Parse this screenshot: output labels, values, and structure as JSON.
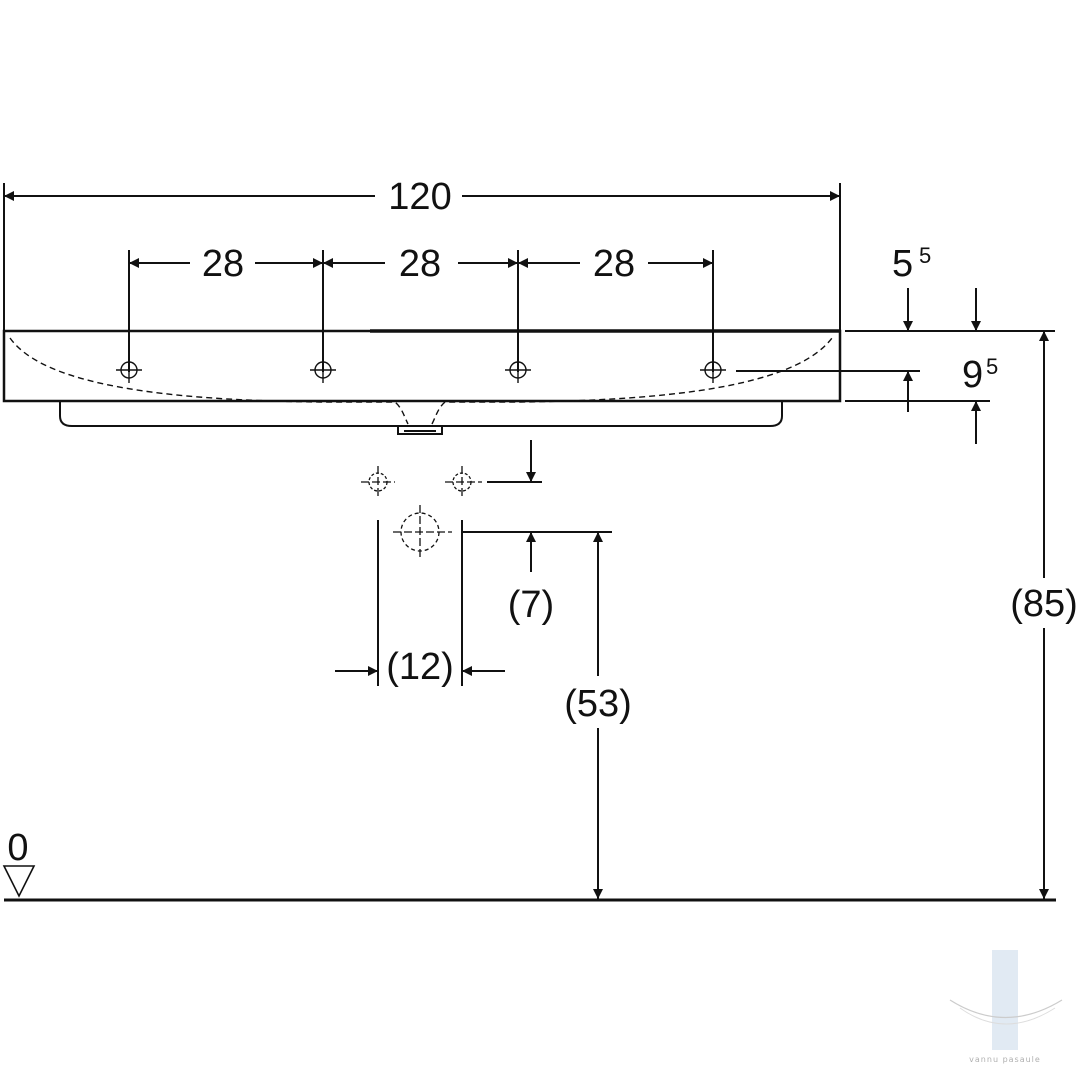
{
  "colors": {
    "line": "#111111",
    "background": "#ffffff",
    "watermark": "#c9d8ea"
  },
  "dimensions": {
    "overall_width": "120",
    "tap_spacing_1": "28",
    "tap_spacing_2": "28",
    "tap_spacing_3": "28",
    "rim_thickness_base": "5",
    "rim_thickness_sup": "5",
    "bowl_depth_base": "9",
    "bowl_depth_sup": "5",
    "waste_offset": "(7)",
    "waste_spacing": "(12)",
    "waste_height": "(53)",
    "rim_height": "(85)",
    "floor_level": "0"
  },
  "watermark": {
    "text": "vannu pasaule"
  }
}
